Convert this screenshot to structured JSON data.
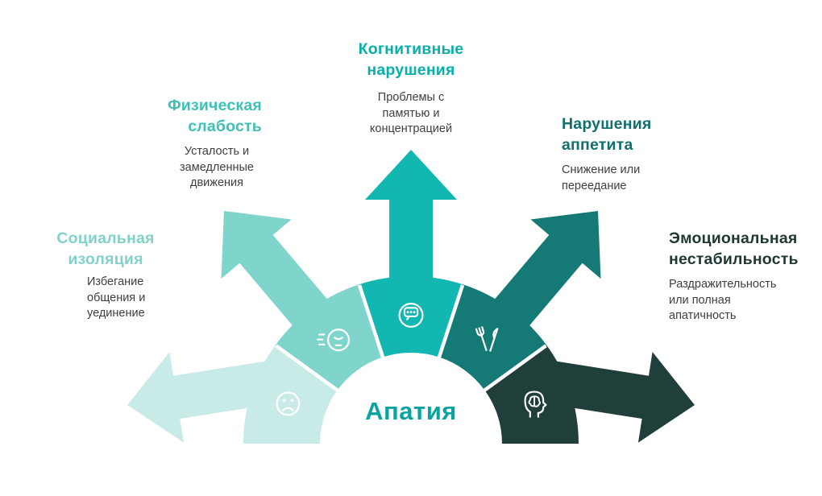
{
  "center_label": "Апатия",
  "colors": {
    "background": "#ffffff",
    "center_text": "#0ba39f",
    "body_text": "#3f3f3f"
  },
  "segments": [
    {
      "id": "social-isolation",
      "heading": "Социальная изоляция",
      "body": "Избегание общения и уединение",
      "fill": "#c9ebe7",
      "heading_color": "#82d2ca",
      "icon": "sad-face-icon"
    },
    {
      "id": "physical-weakness",
      "heading": "Физическая слабость",
      "body": "Усталость и замедленные движения",
      "fill": "#7fd4cb",
      "heading_color": "#3fc0b7",
      "icon": "weakness-icon"
    },
    {
      "id": "cognitive-impairment",
      "heading": "Когнитивные нарушения",
      "body": "Проблемы с памятью и концентрацией",
      "fill": "#12b7b1",
      "heading_color": "#0aafaa",
      "icon": "cognition-icon"
    },
    {
      "id": "appetite-disturbance",
      "heading": "Нарушения аппетита",
      "body": "Снижение или переедание",
      "fill": "#157a76",
      "heading_color": "#126f6b",
      "icon": "appetite-icon"
    },
    {
      "id": "emotional-instability",
      "heading": "Эмоциональная нестабильность",
      "body": "Раздражительность или полная апатичность",
      "fill": "#203e3a",
      "heading_color": "#1f3834",
      "icon": "mind-icon"
    }
  ]
}
